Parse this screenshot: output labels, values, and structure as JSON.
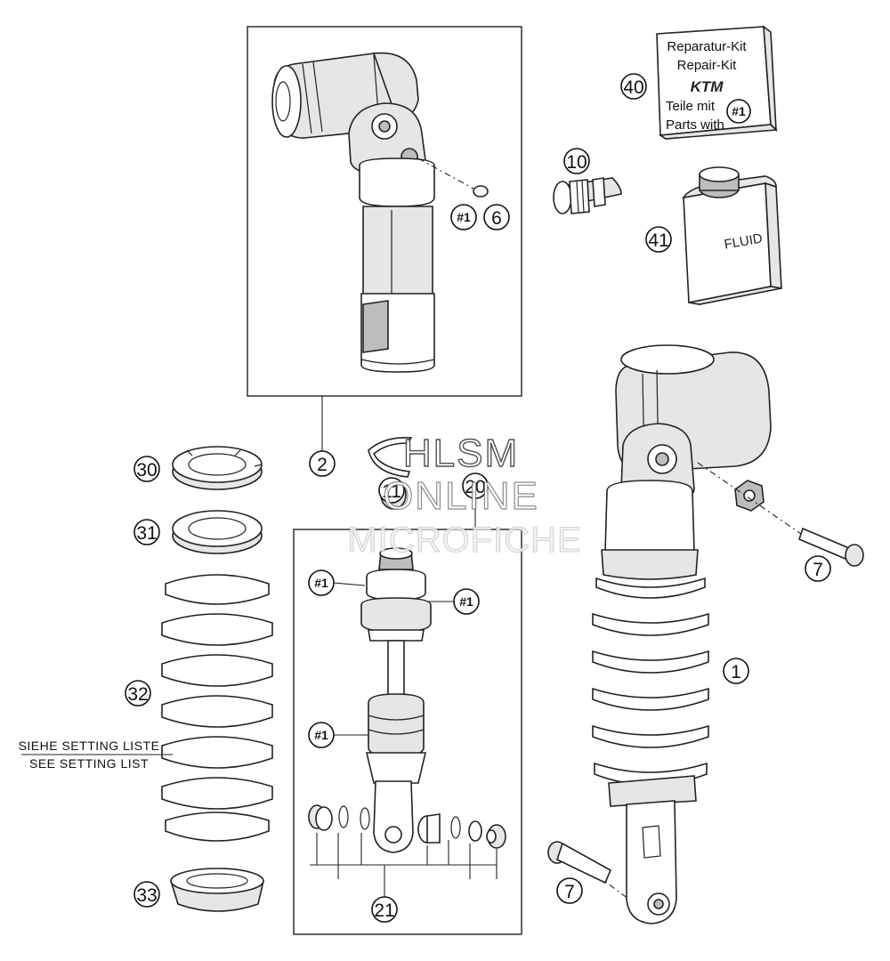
{
  "callouts": {
    "c1": "1",
    "c2": "2",
    "c6": "6",
    "c7a": "7",
    "c7b": "7",
    "c10": "10",
    "c11": "11",
    "c20": "20",
    "c21": "21",
    "c30": "30",
    "c31": "31",
    "c32": "32",
    "c33": "33",
    "c40": "40",
    "c41": "41"
  },
  "kit_refs": {
    "r_box": "#1",
    "r_6": "#1",
    "r_a": "#1",
    "r_b": "#1",
    "r_c": "#1"
  },
  "repair_kit": {
    "line1": "Reparatur-Kit",
    "line2": "Repair-Kit",
    "brand": "KTM",
    "line3": "Teile mit",
    "line4": "Parts with"
  },
  "fluid_label": "FLUID",
  "setting_note": {
    "de": "SIEHE SETTING LISTE",
    "en": "SEE SETTING LIST"
  },
  "watermark": {
    "line1": "HLSM",
    "line2": "ONLINE",
    "line3": "MICROFICHE"
  }
}
